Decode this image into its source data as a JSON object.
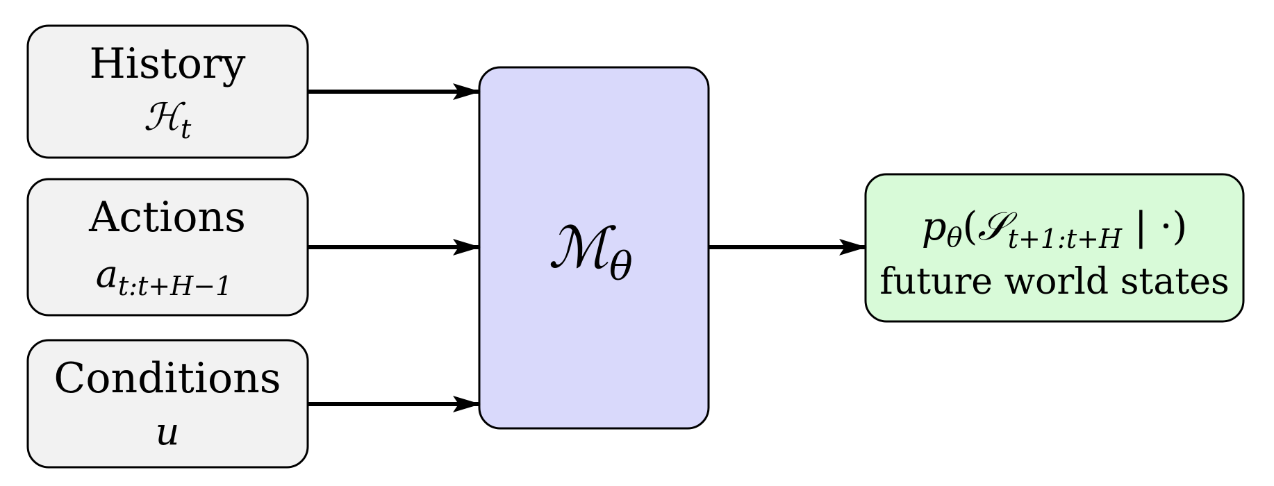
{
  "inputs": [
    {
      "label": "History",
      "symbol_base": "ℋ",
      "symbol_sub": "t"
    },
    {
      "label": "Actions",
      "symbol_base": "a",
      "symbol_sub": "t:t+H−1"
    },
    {
      "label": "Conditions",
      "symbol_base": "u",
      "symbol_sub": ""
    }
  ],
  "model": {
    "symbol_base": "ℳ",
    "symbol_sub": "θ"
  },
  "output": {
    "formula_p": "p",
    "formula_p_sub": "θ",
    "formula_open": "(",
    "formula_S": "𝒮",
    "formula_S_sub": "t+1:t+H",
    "formula_rest": " | ·)",
    "label": "future world states"
  },
  "colors": {
    "input_fill": "#f2f2f2",
    "model_fill": "#d9d9fb",
    "output_fill": "#d8fad8",
    "stroke": "#000000"
  }
}
